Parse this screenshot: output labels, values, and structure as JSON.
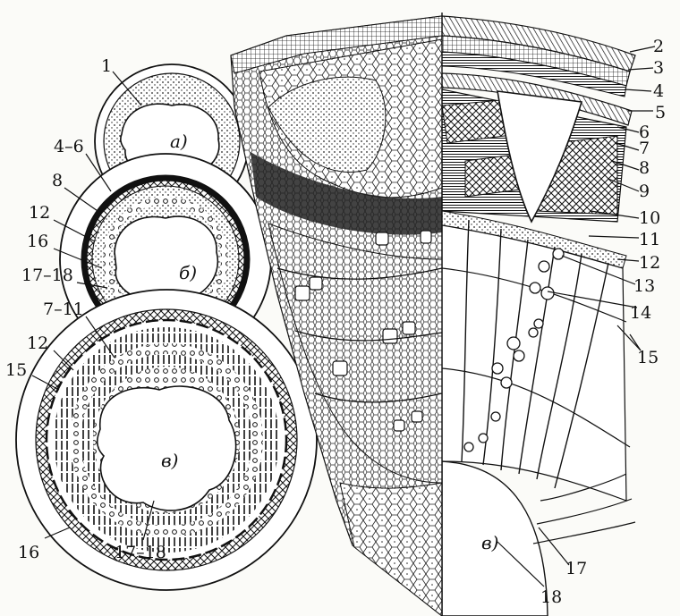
{
  "panels": {
    "a": "а)",
    "b": "б)",
    "v_left": "в)",
    "v_right": "в)"
  },
  "labels": {
    "l1": "1",
    "l2": "2",
    "l3": "3",
    "l4": "4",
    "l5": "5",
    "l6": "6",
    "l7": "7",
    "l8": "8",
    "l9": "9",
    "l10": "10",
    "l11": "11",
    "l12": "12",
    "l13": "13",
    "l14": "14",
    "l15": "15",
    "l17": "17",
    "l18": "18",
    "left_4_6": "4–6",
    "left_8": "8",
    "left_12a": "12",
    "left_16a": "16",
    "left_17_18a": "17–18",
    "left_7_11": "7–11",
    "left_12b": "12",
    "left_15": "15",
    "left_16b": "16",
    "left_17_18b": "17–18"
  }
}
